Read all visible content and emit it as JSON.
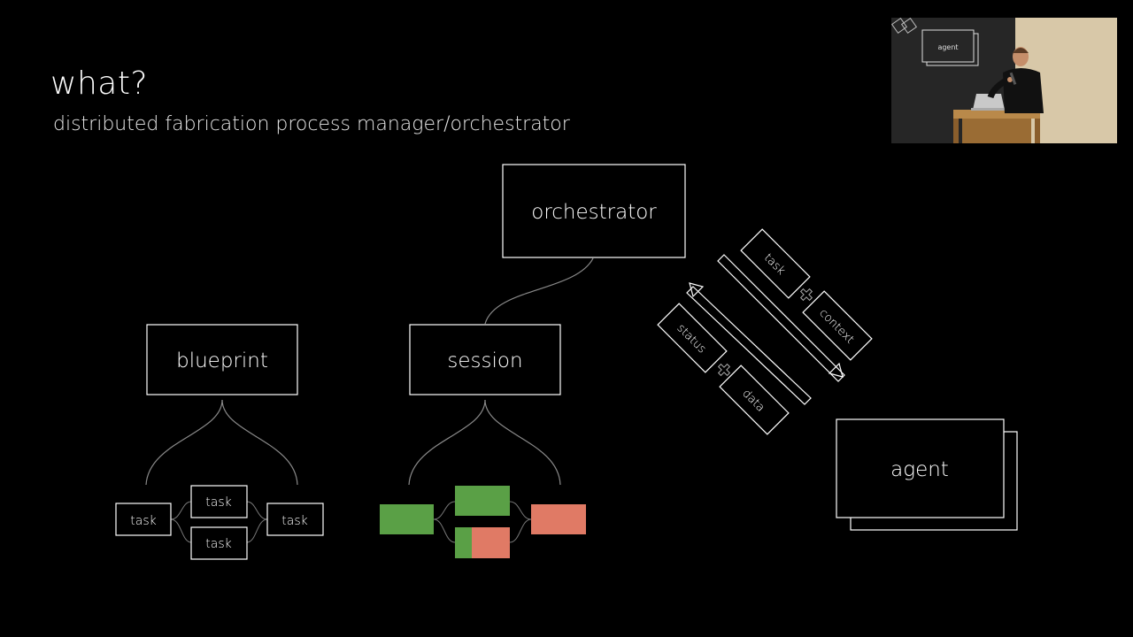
{
  "slide": {
    "title": "what?",
    "subtitle": "distributed fabrication process manager/orchestrator"
  },
  "nodes": {
    "orchestrator": "orchestrator",
    "blueprint": "blueprint",
    "session": "session",
    "agent": "agent"
  },
  "blueprint_tasks": [
    "task",
    "task",
    "task",
    "task"
  ],
  "flow": {
    "to_agent": [
      "task",
      "context"
    ],
    "to_orchestrator": [
      "status",
      "data"
    ]
  },
  "session_state": {
    "done_color": "#5aa046",
    "failed_color": "#e07a65"
  },
  "speaker_inset": {
    "slide_label": "agent"
  }
}
